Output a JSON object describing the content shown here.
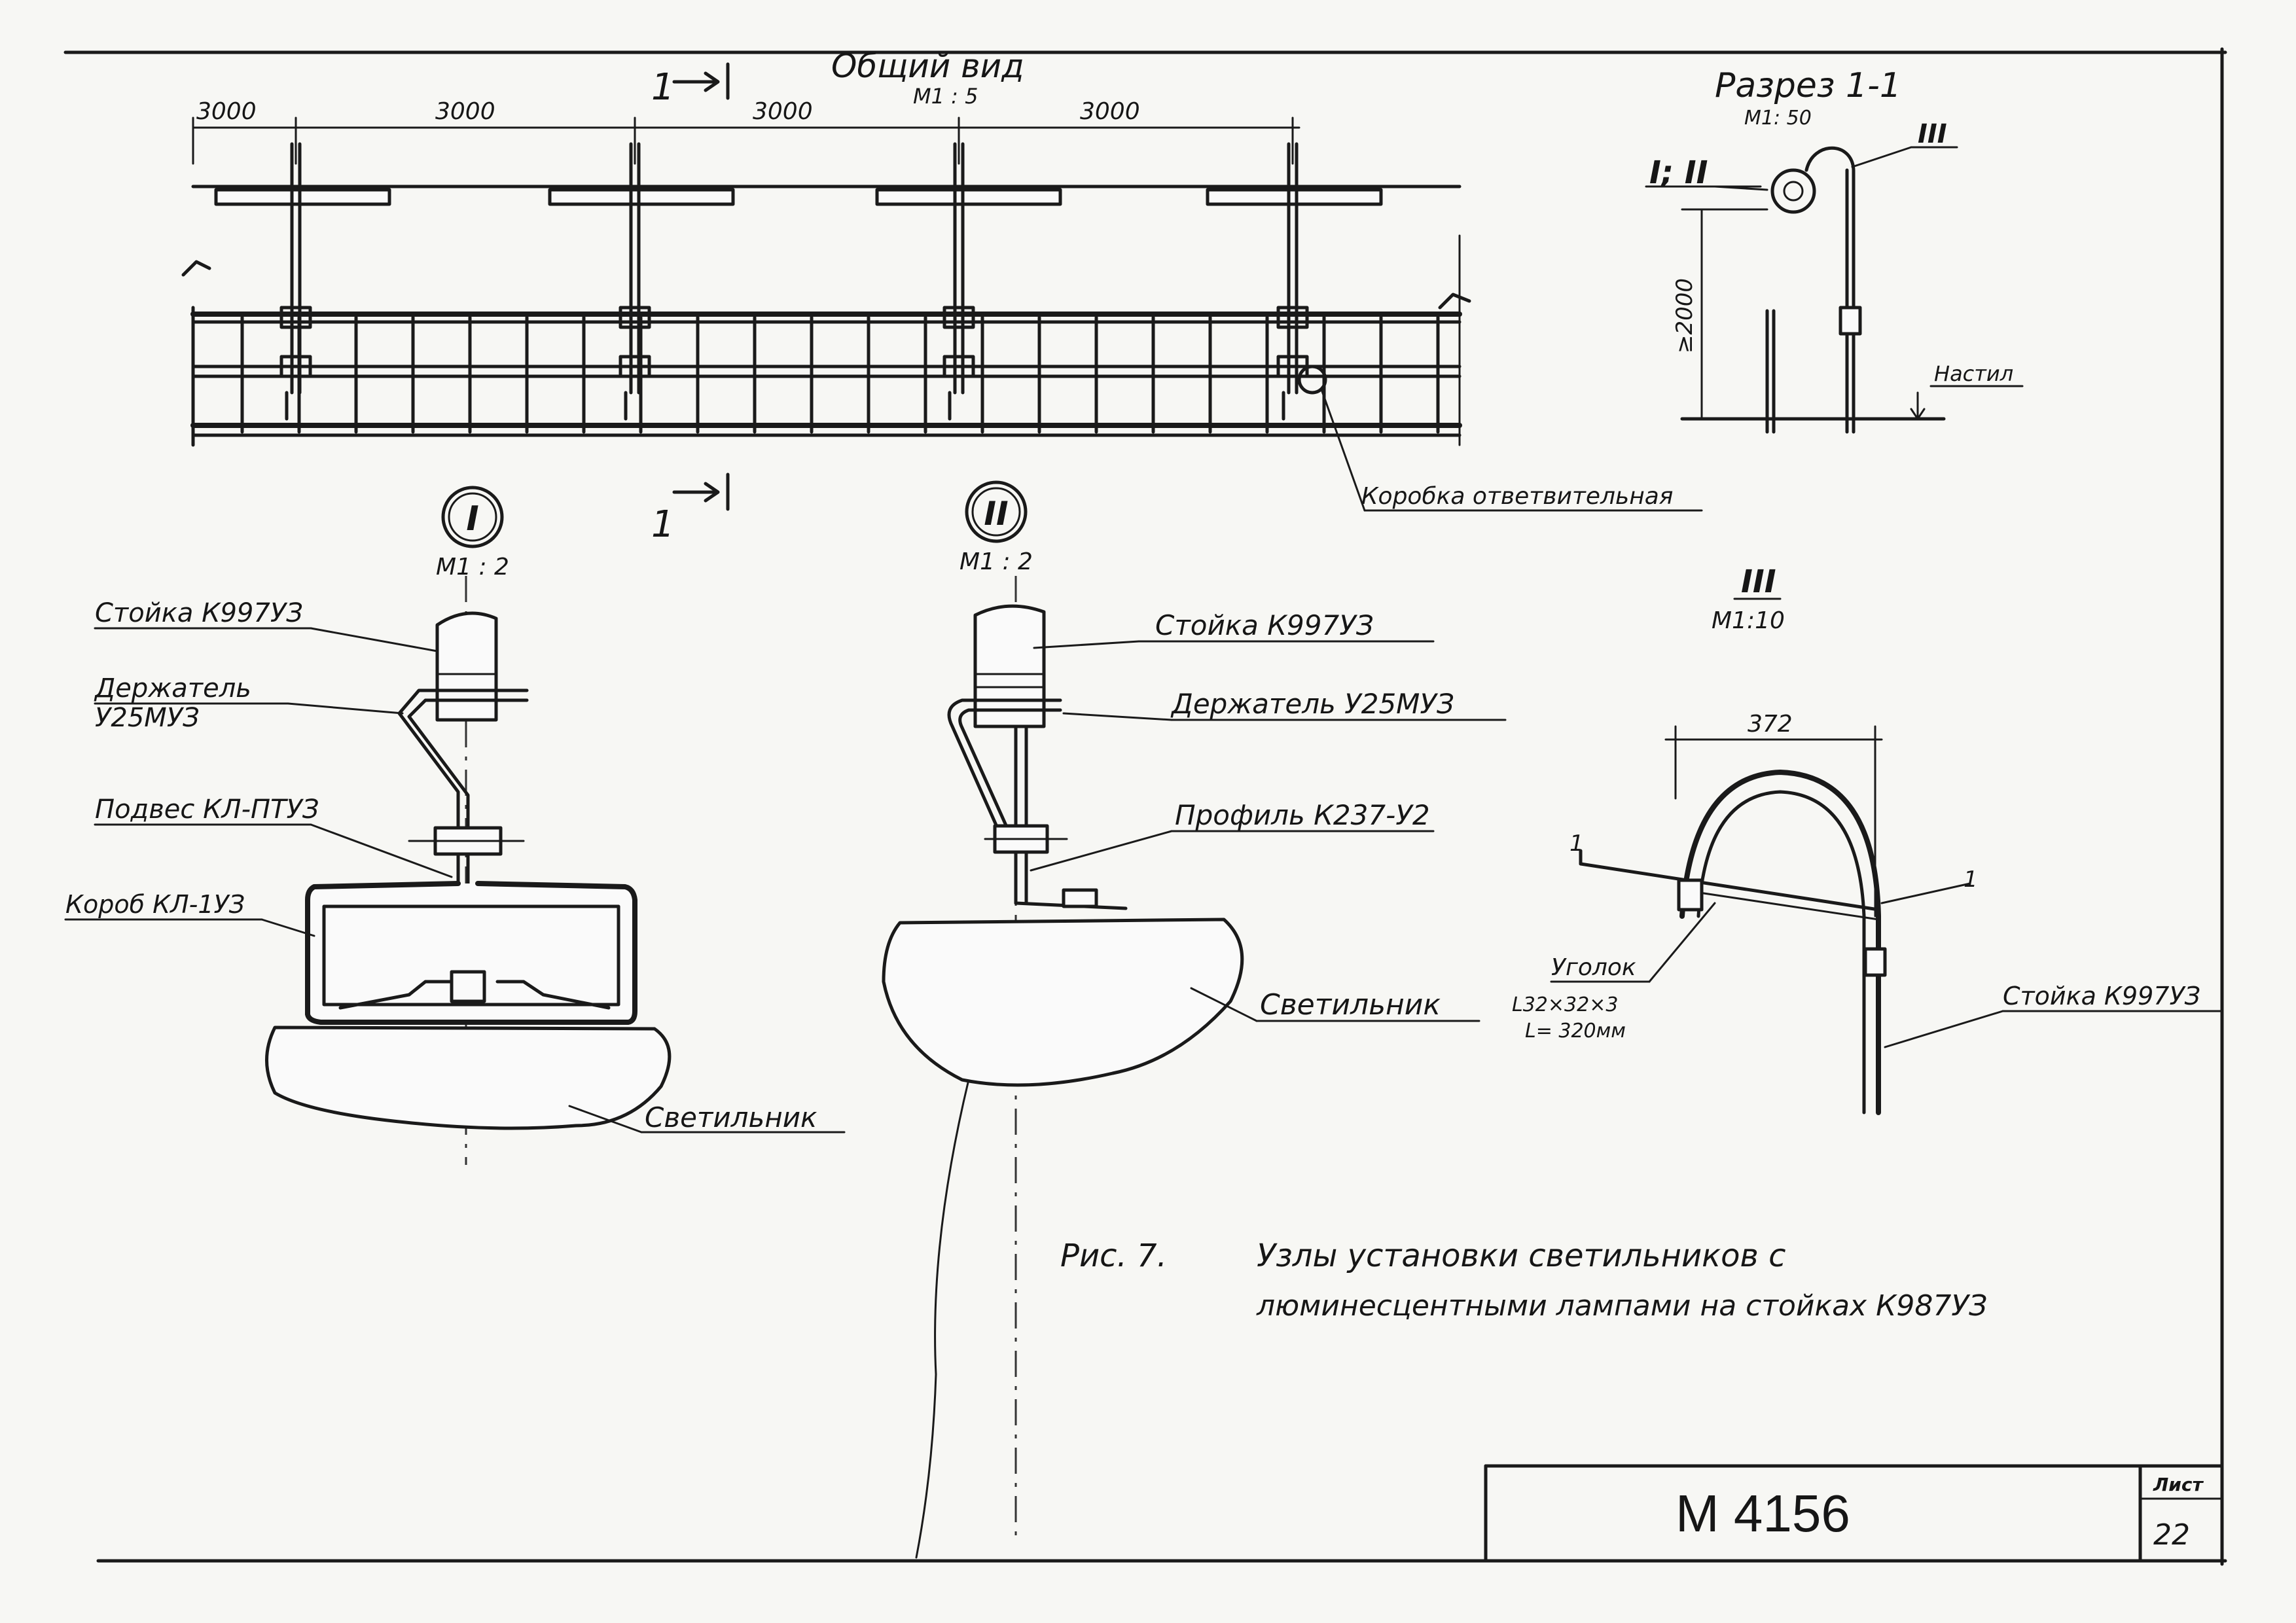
{
  "general_view": {
    "title": "Общий вид",
    "scale": "М1 : 5",
    "section_mark": "1"
  },
  "spans": [
    "3000",
    "3000",
    "3000",
    "3000"
  ],
  "junction_box_label": "Коробка ответвительная",
  "section": {
    "title": "Разрез 1-1",
    "scale": "М1: 50",
    "node_ref": "I; II",
    "node_ref3": "III",
    "height_dim": "≥2000",
    "deck_label": "Настил"
  },
  "node1": {
    "id": "I",
    "scale": "М1 : 2",
    "labels": [
      "Стойка К997УЗ",
      "Держатель",
      "У25МУЗ",
      "Подвес КЛ-ПТУЗ",
      "Короб КЛ-1УЗ",
      "Светильник"
    ]
  },
  "node2": {
    "id": "II",
    "scale": "М1 : 2",
    "labels": [
      "Стойка К997УЗ",
      "Держатель У25МУЗ",
      "Профиль К237-У2",
      "Светильник"
    ]
  },
  "node3": {
    "id": "III",
    "scale": "М1:10",
    "width_dim": "372",
    "labels": [
      "Уголок",
      "L32×32×3",
      "L= 320мм",
      "Стойка К997УЗ"
    ],
    "cut_marks": [
      "1",
      "1"
    ]
  },
  "caption": {
    "prefix": "Рис. 7.",
    "line1": "Узлы установки светильников с",
    "line2": "люминесцентными лампами на стойках К987УЗ"
  },
  "title_block": {
    "code": "М 4156",
    "sheet_label": "Лист",
    "sheet_no": "22"
  }
}
